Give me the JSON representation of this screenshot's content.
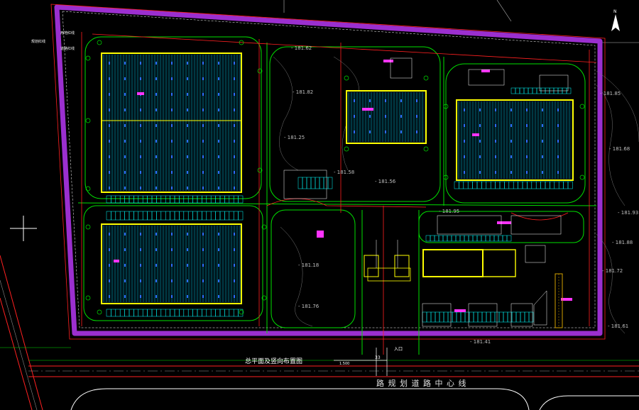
{
  "drawing": {
    "title": "总平面及竖向布置图",
    "road_label": "路 规 划 道 路 中 心 线",
    "north_label": "N",
    "entrance_label": "入口",
    "dimension_label": "33",
    "dimension_small": "1.500",
    "note_top_left_1": "规划红线",
    "note_top_left_2": "用地红线",
    "note_top_left_3": "道路红线",
    "elevations": [
      {
        "id": "e1",
        "text": "181.62"
      },
      {
        "id": "e2",
        "text": "181.82"
      },
      {
        "id": "e3",
        "text": "181.25"
      },
      {
        "id": "e4",
        "text": "181.56"
      },
      {
        "id": "e5",
        "text": "181.85"
      },
      {
        "id": "e6",
        "text": "181.68"
      },
      {
        "id": "e7",
        "text": "181.95"
      },
      {
        "id": "e8",
        "text": "181.18"
      },
      {
        "id": "e9",
        "text": "181.76"
      },
      {
        "id": "e10",
        "text": "181.41"
      },
      {
        "id": "e11",
        "text": "181.88"
      },
      {
        "id": "e12",
        "text": "181.61"
      },
      {
        "id": "e13",
        "text": "181.72"
      },
      {
        "id": "e14",
        "text": "181.58"
      },
      {
        "id": "e15",
        "text": "181.93"
      }
    ]
  },
  "colors": {
    "background": "#000000",
    "boundary": "#9b2fcf",
    "road_green": "#00e000",
    "building_yellow": "#ffff00",
    "hatch_cyan": "#00ffff",
    "pipe_red": "#ff2020",
    "annotation_magenta": "#ff33ff",
    "white_line": "#dddddd"
  }
}
